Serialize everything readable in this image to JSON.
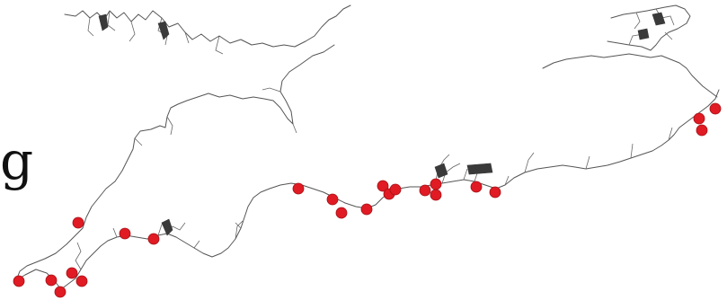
{
  "map": {
    "edge_text": "g",
    "colors": {
      "coastline": "#555555",
      "site_marker": "#e01b24",
      "background": "#ffffff"
    },
    "sites": [
      {
        "id": "site-1"
      },
      {
        "id": "site-2"
      },
      {
        "id": "site-3"
      },
      {
        "id": "site-4"
      },
      {
        "id": "site-5"
      },
      {
        "id": "site-6"
      },
      {
        "id": "site-7"
      },
      {
        "id": "site-8"
      },
      {
        "id": "site-9"
      },
      {
        "id": "site-10"
      },
      {
        "id": "site-11"
      },
      {
        "id": "site-12"
      },
      {
        "id": "site-13"
      },
      {
        "id": "site-14"
      },
      {
        "id": "site-15"
      },
      {
        "id": "site-16"
      },
      {
        "id": "site-17"
      },
      {
        "id": "site-18"
      },
      {
        "id": "site-19"
      },
      {
        "id": "site-20"
      },
      {
        "id": "site-21"
      },
      {
        "id": "site-22"
      },
      {
        "id": "site-23"
      },
      {
        "id": "site-24"
      },
      {
        "id": "site-25"
      },
      {
        "id": "site-26"
      }
    ]
  }
}
